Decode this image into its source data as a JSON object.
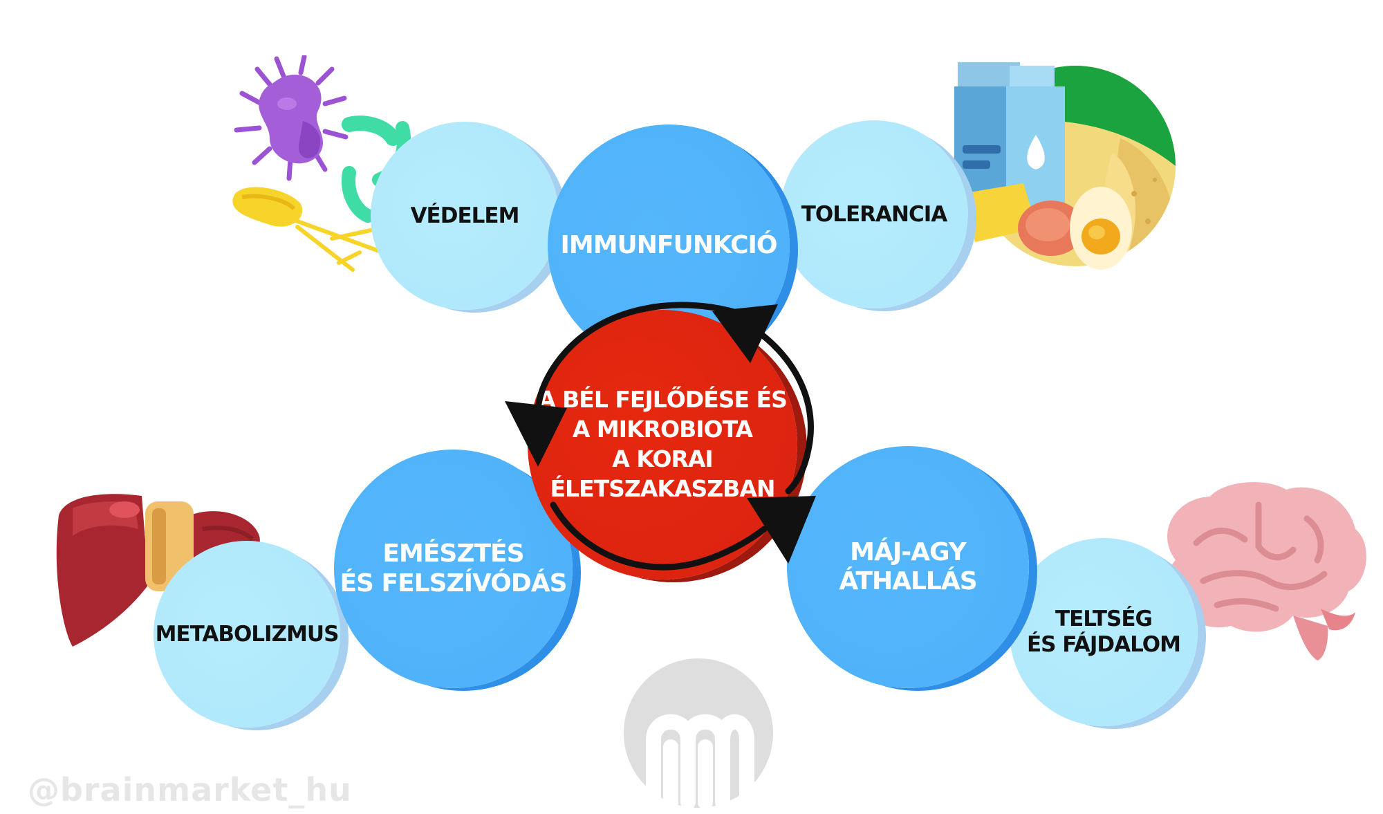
{
  "center": {
    "title": "A BÉL FEJLŐDÉSE ÉS\nA MIKROBIOTA\nA KORAI\nÉLETSZAKASZBAN"
  },
  "nodes": {
    "vedelem": "VÉDELEM",
    "immunfunkcio": "IMMUNFUNKCIÓ",
    "tolerancia": "TOLERANCIA",
    "emesztes": "EMÉSZTÉS\nÉS FELSZÍVÓDÁS",
    "metabolizmus": "METABOLIZMUS",
    "maj_agy": "MÁJ-AGY\nÁTHALLÁS",
    "teltseg": "TELTSÉG\nÉS FÁJDALOM"
  },
  "watermark": {
    "handle": "@brainmarket_hu"
  },
  "illustrations": [
    "bacteria-icon",
    "dairy-food-icon",
    "liver-icon",
    "brain-icon",
    "brand-logo"
  ],
  "colors": {
    "light_circle": "#b2e9fc",
    "mid_circle": "#52b4fa",
    "center_circle": "#dc2410",
    "arrow": "#111111"
  }
}
